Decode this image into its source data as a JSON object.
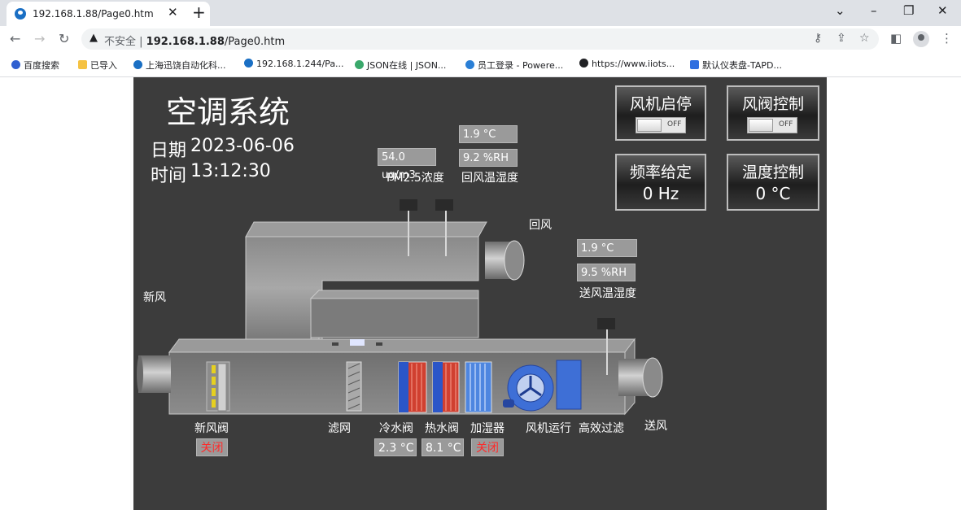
{
  "browser": {
    "tab_title": "192.168.1.88/Page0.htm",
    "security_label": "不安全",
    "url_host": "192.168.1.88",
    "url_path": "/Page0.htm",
    "bookmarks": [
      {
        "label": "百度搜索",
        "color": "#3060d0"
      },
      {
        "label": "已导入",
        "color": "#f5c242"
      },
      {
        "label": "上海迅饶自动化科...",
        "color": "#1a6fc4"
      },
      {
        "label": "192.168.1.244/Pa...",
        "color": "#1a6fc4"
      },
      {
        "label": "JSON在线 | JSON...",
        "color": "#3aa86b"
      },
      {
        "label": "员工登录 - Powere...",
        "color": "#2a7fd6"
      },
      {
        "label": "https://www.iiots...",
        "color": "#202124"
      },
      {
        "label": "默认仪表盘-TAPD...",
        "color": "#2f6fe0"
      }
    ]
  },
  "scada": {
    "title": "空调系统",
    "date_label": "日期",
    "date_value": "2023-06-06",
    "time_label": "时间",
    "time_value": "13:12:30",
    "fan_start_stop": {
      "label": "风机启停",
      "state": "OFF"
    },
    "damper_control": {
      "label": "风阀控制",
      "state": "OFF"
    },
    "frequency_setpoint": {
      "label": "频率给定",
      "value": "0 Hz"
    },
    "temperature_control": {
      "label": "温度控制",
      "value": "0 °C"
    },
    "pm25": {
      "value": "54.0 ug/m3",
      "label": "PM2.5浓度"
    },
    "return_air": {
      "temp": "1.9 °C",
      "humidity": "9.2 %RH",
      "label": "回风温湿度"
    },
    "return_air_label": "回风",
    "supply_air": {
      "temp": "1.9 °C",
      "humidity": "9.5 %RH",
      "label": "送风温湿度"
    },
    "fresh_air_label": "新风",
    "supply_label": "送风",
    "fresh_air_valve": {
      "label": "新风阀",
      "state": "关闭"
    },
    "filter_label": "滤网",
    "chilled_water_valve": {
      "label": "冷水阀",
      "value": "2.3 °C"
    },
    "hot_water_valve": {
      "label": "热水阀",
      "value": "8.1 °C"
    },
    "humidifier": {
      "label": "加湿器",
      "state": "关闭"
    },
    "fan_running_label": "风机运行",
    "hepa_filter_label": "高效过滤"
  }
}
